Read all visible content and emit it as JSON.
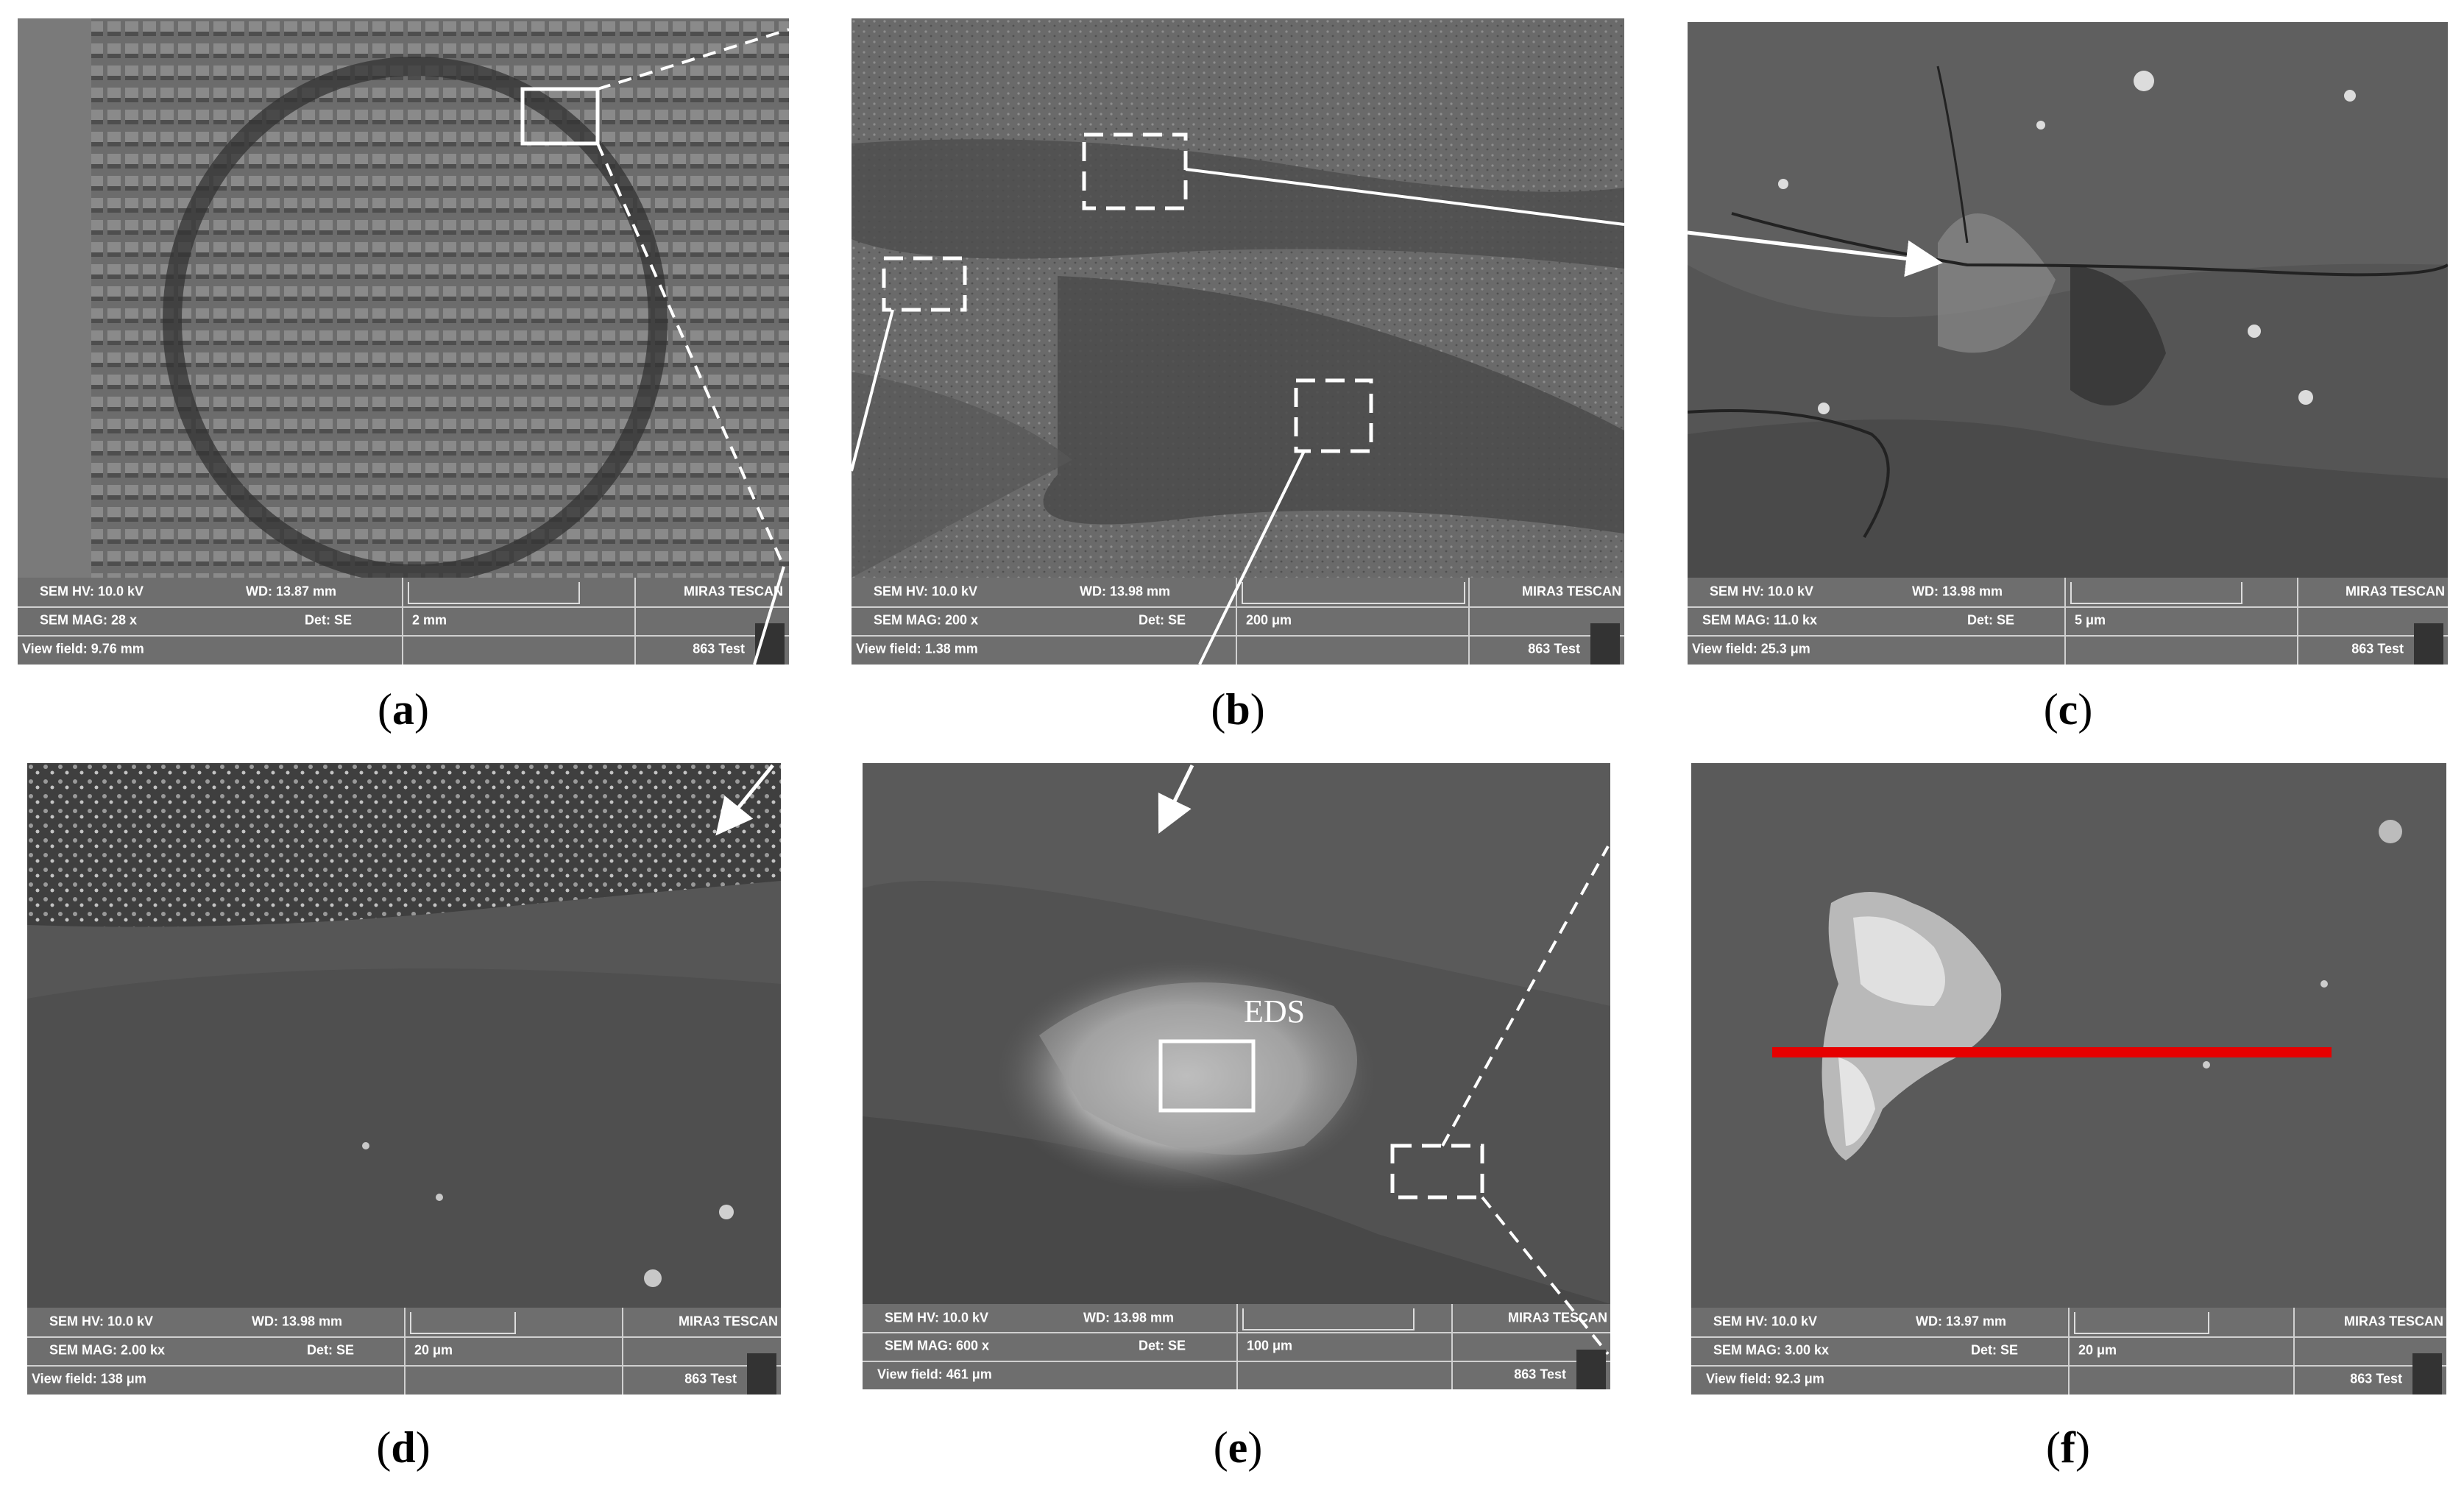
{
  "panels": [
    {
      "id": "a",
      "caption_letter": "a",
      "hv": "SEM HV: 10.0 kV",
      "wd": "WD: 13.87 mm",
      "mag": "SEM MAG: 28 x",
      "det": "Det: SE",
      "scale": "2 mm",
      "view": "View field: 9.76 mm",
      "brand": "MIRA3 TESCAN",
      "test": "863 Test"
    },
    {
      "id": "b",
      "caption_letter": "b",
      "hv": "SEM HV: 10.0 kV",
      "wd": "WD: 13.98 mm",
      "mag": "SEM MAG: 200 x",
      "det": "Det: SE",
      "scale": "200 μm",
      "view": "View field: 1.38 mm",
      "brand": "MIRA3 TESCAN",
      "test": "863 Test"
    },
    {
      "id": "c",
      "caption_letter": "c",
      "hv": "SEM HV: 10.0 kV",
      "wd": "WD: 13.98 mm",
      "mag": "SEM MAG: 11.0 kx",
      "det": "Det: SE",
      "scale": "5 μm",
      "view": "View field: 25.3 μm",
      "brand": "MIRA3 TESCAN",
      "test": "863 Test"
    },
    {
      "id": "d",
      "caption_letter": "d",
      "hv": "SEM HV: 10.0 kV",
      "wd": "WD: 13.98 mm",
      "mag": "SEM MAG: 2.00 kx",
      "det": "Det: SE",
      "scale": "20 μm",
      "view": "View field: 138 μm",
      "brand": "MIRA3 TESCAN",
      "test": "863 Test"
    },
    {
      "id": "e",
      "caption_letter": "e",
      "hv": "SEM HV: 10.0 kV",
      "wd": "WD: 13.98 mm",
      "mag": "SEM MAG: 600 x",
      "det": "Det: SE",
      "scale": "100 μm",
      "view": "View field: 461 μm",
      "brand": "MIRA3 TESCAN",
      "test": "863 Test"
    },
    {
      "id": "f",
      "caption_letter": "f",
      "hv": "SEM HV: 10.0 kV",
      "wd": "WD: 13.97 mm",
      "mag": "SEM MAG: 3.00 kx",
      "det": "Det: SE",
      "scale": "20 μm",
      "view": "View field: 92.3 μm",
      "brand": "MIRA3 TESCAN",
      "test": "863 Test"
    }
  ],
  "eds_label": "EDS",
  "colors": {
    "marker_red": "#e60000",
    "outline": "#ffffff"
  }
}
